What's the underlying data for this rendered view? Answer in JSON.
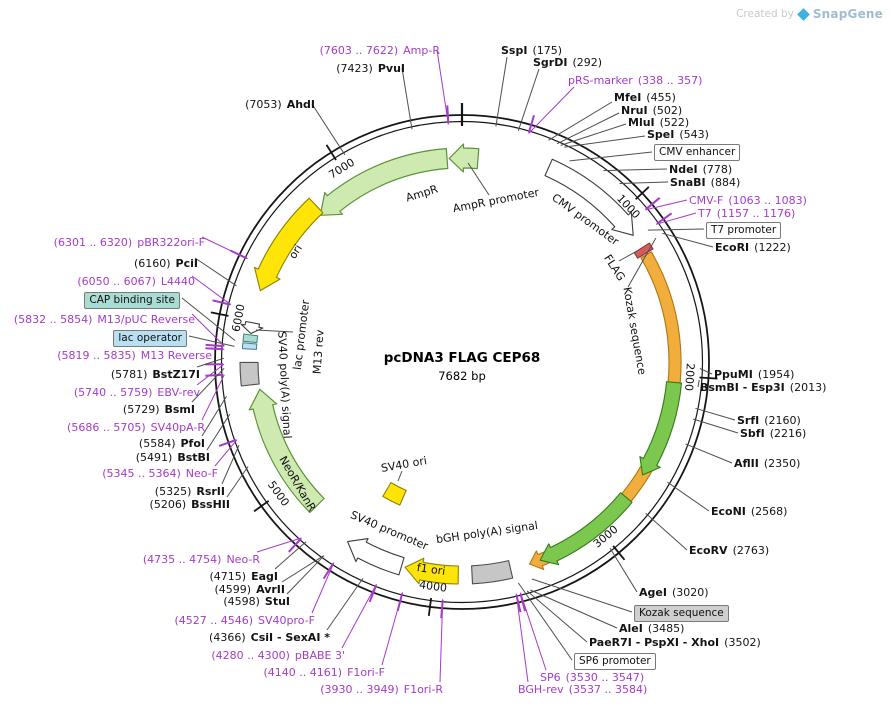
{
  "watermark": {
    "created_by": "Created by",
    "brand": "SnapGene"
  },
  "plasmid": {
    "name": "pcDNA3 FLAG CEP68",
    "size": "7682 bp"
  },
  "ticks": [
    "1000",
    "2000",
    "3000",
    "4000",
    "5000",
    "6000",
    "7000"
  ],
  "sites": [
    {
      "name": "SspI",
      "pos": "(175)",
      "kind": "enzyme"
    },
    {
      "name": "SgrDI",
      "pos": "(292)",
      "kind": "enzyme"
    },
    {
      "name": "pRS-marker",
      "pos": "(338 .. 357)",
      "kind": "primer"
    },
    {
      "name": "MfeI",
      "pos": "(455)",
      "kind": "enzyme"
    },
    {
      "name": "NruI",
      "pos": "(502)",
      "kind": "enzyme"
    },
    {
      "name": "MluI",
      "pos": "(522)",
      "kind": "enzyme"
    },
    {
      "name": "SpeI",
      "pos": "(543)",
      "kind": "enzyme"
    },
    {
      "name": "CMV enhancer",
      "kind": "box",
      "box": "white"
    },
    {
      "name": "NdeI",
      "pos": "(778)",
      "kind": "enzyme"
    },
    {
      "name": "SnaBI",
      "pos": "(884)",
      "kind": "enzyme"
    },
    {
      "name": "CMV-F",
      "pos": "(1063 .. 1083)",
      "kind": "primer"
    },
    {
      "name": "T7",
      "pos": "(1157 .. 1176)",
      "kind": "primer"
    },
    {
      "name": "T7 promoter",
      "kind": "box",
      "box": "white"
    },
    {
      "name": "EcoRI",
      "pos": "(1222)",
      "kind": "enzyme"
    },
    {
      "name": "PpuMI",
      "pos": "(1954)",
      "kind": "enzyme"
    },
    {
      "name": "BsmBI - Esp3I",
      "pos": "(2013)",
      "kind": "enzyme"
    },
    {
      "name": "SrfI",
      "pos": "(2160)",
      "kind": "enzyme"
    },
    {
      "name": "SbfI",
      "pos": "(2216)",
      "kind": "enzyme"
    },
    {
      "name": "AflII",
      "pos": "(2350)",
      "kind": "enzyme"
    },
    {
      "name": "EcoNI",
      "pos": "(2568)",
      "kind": "enzyme"
    },
    {
      "name": "EcoRV",
      "pos": "(2763)",
      "kind": "enzyme"
    },
    {
      "name": "AgeI",
      "pos": "(3020)",
      "kind": "enzyme"
    },
    {
      "name": "Kozak sequence",
      "kind": "box",
      "box": "gray"
    },
    {
      "name": "AleI",
      "pos": "(3485)",
      "kind": "enzyme"
    },
    {
      "name": "PaeR7I - PspXI - XhoI",
      "pos": "(3502)",
      "kind": "enzyme"
    },
    {
      "name": "SP6 promoter",
      "kind": "box",
      "box": "white"
    },
    {
      "name": "SP6",
      "pos": "(3530 .. 3547)",
      "kind": "primer"
    },
    {
      "name": "BGH-rev",
      "pos": "(3537 .. 3584)",
      "kind": "primer"
    },
    {
      "name": "F1ori-R",
      "pos": "(3930 .. 3949)",
      "kind": "primer"
    },
    {
      "name": "F1ori-F",
      "pos": "(4140 .. 4161)",
      "kind": "primer"
    },
    {
      "name": "pBABE 3'",
      "pos": "(4280 .. 4300)",
      "kind": "primer"
    },
    {
      "name": "CsiI - SexAI *",
      "pos": "(4366)",
      "kind": "enzyme"
    },
    {
      "name": "SV40pro-F",
      "pos": "(4527 .. 4546)",
      "kind": "primer"
    },
    {
      "name": "StuI",
      "pos": "(4598)",
      "kind": "enzyme"
    },
    {
      "name": "AvrII",
      "pos": "(4599)",
      "kind": "enzyme"
    },
    {
      "name": "EagI",
      "pos": "(4715)",
      "kind": "enzyme"
    },
    {
      "name": "Neo-R",
      "pos": "(4735 .. 4754)",
      "kind": "primer"
    },
    {
      "name": "BssHII",
      "pos": "(5206)",
      "kind": "enzyme"
    },
    {
      "name": "RsrII",
      "pos": "(5325)",
      "kind": "enzyme"
    },
    {
      "name": "Neo-F",
      "pos": "(5345 .. 5364)",
      "kind": "primer"
    },
    {
      "name": "BstBI",
      "pos": "(5491)",
      "kind": "enzyme"
    },
    {
      "name": "PfoI",
      "pos": "(5584)",
      "kind": "enzyme"
    },
    {
      "name": "SV40pA-R",
      "pos": "(5686 .. 5705)",
      "kind": "primer"
    },
    {
      "name": "BsmI",
      "pos": "(5729)",
      "kind": "enzyme"
    },
    {
      "name": "EBV-rev",
      "pos": "(5740 .. 5759)",
      "kind": "primer"
    },
    {
      "name": "BstZ17I",
      "pos": "(5781)",
      "kind": "enzyme"
    },
    {
      "name": "M13 Reverse",
      "pos": "(5819 .. 5835)",
      "kind": "primer"
    },
    {
      "name": "lac operator",
      "kind": "box",
      "box": "blue"
    },
    {
      "name": "M13/pUC Reverse",
      "pos": "(5832 .. 5854)",
      "kind": "primer"
    },
    {
      "name": "CAP binding site",
      "kind": "box",
      "box": "teal"
    },
    {
      "name": "L4440",
      "pos": "(6050 .. 6067)",
      "kind": "primer"
    },
    {
      "name": "PciI",
      "pos": "(6160)",
      "kind": "enzyme"
    },
    {
      "name": "pBR322ori-F",
      "pos": "(6301 .. 6320)",
      "kind": "primer"
    },
    {
      "name": "AhdI",
      "pos": "(7053)",
      "kind": "enzyme"
    },
    {
      "name": "PvuI",
      "pos": "(7423)",
      "kind": "enzyme"
    },
    {
      "name": "Amp-R",
      "pos": "(7603 .. 7622)",
      "kind": "primer"
    }
  ],
  "inner": [
    {
      "text": "AmpR"
    },
    {
      "text": "AmpR promoter"
    },
    {
      "text": "CMV promoter"
    },
    {
      "text": "FLAG"
    },
    {
      "text": "Kozak sequence"
    },
    {
      "text": "ori"
    },
    {
      "text": "lac promoter"
    },
    {
      "text": "M13 rev"
    },
    {
      "text": "SV40 poly(A) signal"
    },
    {
      "text": "NeoR/KanR"
    },
    {
      "text": "SV40 promoter"
    },
    {
      "text": "SV40 ori"
    },
    {
      "text": "f1 ori"
    },
    {
      "text": "bGH poly(A) signal"
    }
  ],
  "colors": {
    "primer": "#A43BC9",
    "cds_orange": "#F1AE3D",
    "gene_green": "#CFEAB0",
    "orf_green": "#7CC84F",
    "origin_yellow": "#FFE408",
    "poly_a_gray": "#C6C6C6",
    "flag_red": "#CF5D5D",
    "lac_operator_box": "#B9E0F2",
    "cap_site_box": "#A9DCD2",
    "kozak_box": "#CFCFCF"
  }
}
